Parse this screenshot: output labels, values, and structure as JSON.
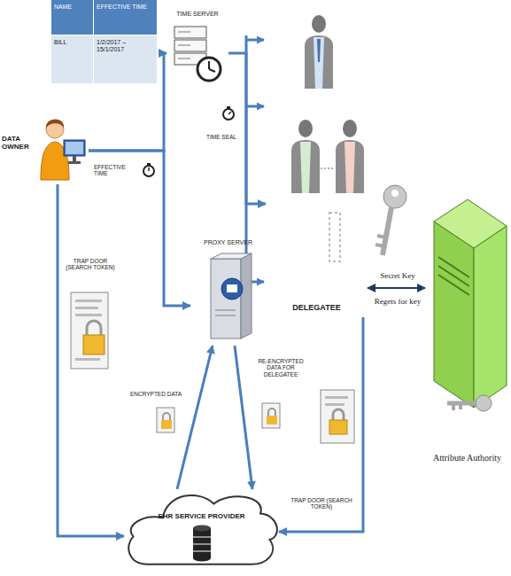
{
  "diagram": {
    "nodes": [
      {
        "text": [
          "DATA OWNER"
        ]
      },
      {
        "text": [
          "TIME SERVER"
        ]
      },
      {
        "text": [
          "PROXY SERVER"
        ]
      },
      {
        "text": [
          "DELEGATEE"
        ]
      },
      {
        "text": [
          "Attribute Authority"
        ]
      },
      {
        "text": [
          "EHR SERVICE PROVIDER"
        ]
      }
    ],
    "edges": [
      {
        "from": 0,
        "to": 1,
        "arrow": "to"
      },
      {
        "from": 0,
        "to": 2,
        "arrow": "to"
      },
      {
        "from": 1,
        "to": 3,
        "label": "TIME SEAL",
        "arrow": "to"
      },
      {
        "from": 5,
        "to": 2,
        "label": "ENCRYPTED DATA",
        "arrow": "to"
      },
      {
        "from": 2,
        "to": 5,
        "label": "RE-ENCRYPTED DATA FOR DELEGATEE",
        "arrow": "to"
      },
      {
        "from": 0,
        "to": 5,
        "label": "TRAP DOOR (SEARCH TOKEN)",
        "arrow": "to"
      },
      {
        "from": 3,
        "to": 5,
        "label": "TRAP DOOR (SEARCH TOKEN)",
        "arrow": "to"
      },
      {
        "from": 3,
        "to": 4,
        "label": "Secret Key",
        "arrow": "both"
      }
    ],
    "labels": [
      "NAME",
      "EFFECTIVE TIME",
      "BILL",
      "1/2/2017 – 15/1/2017",
      "EFFECTIVE TIME",
      "Regets for key"
    ]
  }
}
